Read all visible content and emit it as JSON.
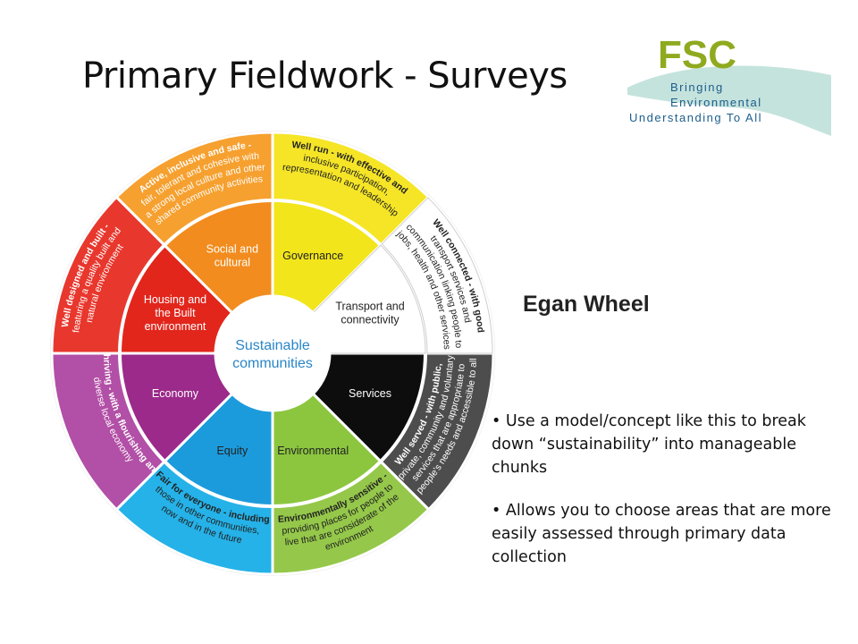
{
  "slide": {
    "title": "Primary Fieldwork - Surveys"
  },
  "logo": {
    "letters": "FSC",
    "tagline_lines": [
      "Bringing",
      "Environmental",
      "Understanding To All"
    ],
    "colors": {
      "green": "#8faa1f",
      "blue": "#1c5e8c",
      "swoosh": "#c5e3dd"
    }
  },
  "egan_label": "Egan Wheel",
  "bullets": [
    "Use a model/concept like this to break down “sustainability” into manageable chunks",
    "Allows you to choose areas that are more easily assessed through primary data collection"
  ],
  "wheel": {
    "center_label": [
      "Sustainable",
      "communities"
    ],
    "center_color": "#2a86c8",
    "segments": [
      {
        "inner": [
          "Governance"
        ],
        "outer": [
          "Well run - with effective and",
          "inclusive participation,",
          "representation and leadership"
        ],
        "color": "#f2e51b",
        "outer_color": "#f5e526",
        "text_color": "#222"
      },
      {
        "inner": [
          "Transport and",
          "connectivity"
        ],
        "outer": [
          "Well connected - with good",
          "transport services and",
          "communication linking people to",
          "jobs, health and other services"
        ],
        "color": "#ffffff",
        "outer_color": "#ffffff",
        "text_color": "#222"
      },
      {
        "inner": [
          "Services"
        ],
        "outer": [
          "Well served - with public,",
          "private, community and voluntary",
          "services that are appropriate to",
          "people's needs and accessible to all"
        ],
        "color": "#0d0d0d",
        "outer_color": "#4d4d4d",
        "text_color": "#ffffff"
      },
      {
        "inner": [
          "Environmental"
        ],
        "outer": [
          "Environmentally sensitive -",
          "providing places for people to",
          "live that are considerate of the",
          "environment"
        ],
        "color": "#8cc63f",
        "outer_color": "#95c84a",
        "text_color": "#222"
      },
      {
        "inner": [
          "Equity"
        ],
        "outer": [
          "Fair for everyone - including",
          "those in other communities,",
          "now and in the future"
        ],
        "color": "#1c9bdc",
        "outer_color": "#25b2e8",
        "text_color": "#222"
      },
      {
        "inner": [
          "Economy"
        ],
        "outer": [
          "Thriving - with a flourishing and",
          "diverse local economy"
        ],
        "color": "#9b2a8a",
        "outer_color": "#b24fa6",
        "text_color": "#ffffff"
      },
      {
        "inner": [
          "Housing and",
          "the Built",
          "environment"
        ],
        "outer": [
          "Well designed and built -",
          "featuring a quality built and",
          "natural environment"
        ],
        "color": "#e2261c",
        "outer_color": "#e8372d",
        "text_color": "#ffffff"
      },
      {
        "inner": [
          "Social and",
          "cultural"
        ],
        "outer": [
          "Active, inclusive and safe -",
          "fair, tolerant and cohesive with",
          "a strong local culture and other",
          "shared community activities"
        ],
        "color": "#f28c1e",
        "outer_color": "#f6a02f",
        "text_color": "#ffffff"
      }
    ]
  }
}
